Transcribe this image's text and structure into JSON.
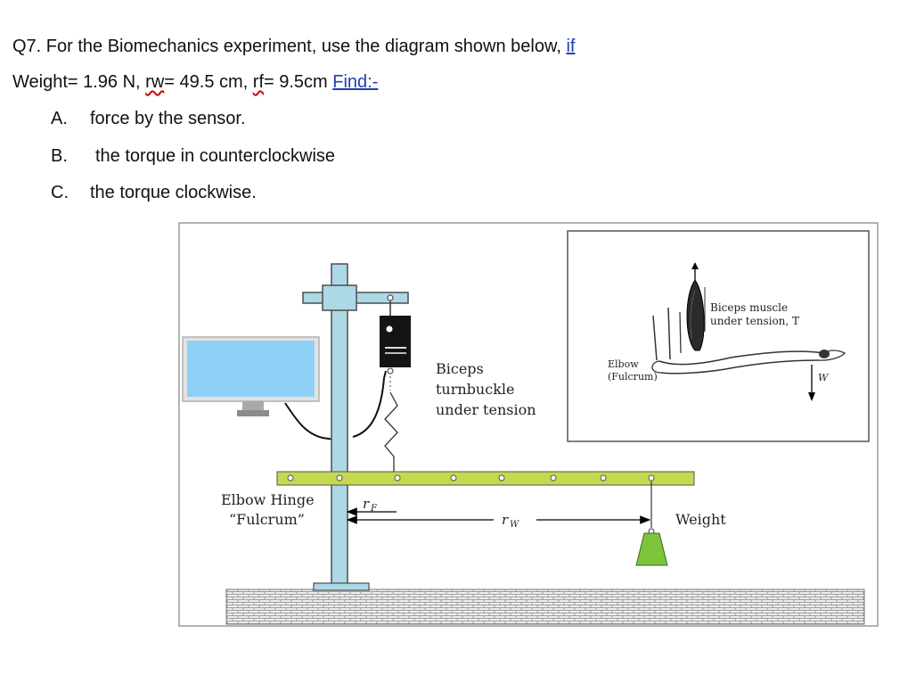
{
  "question": {
    "title_text": "Q7. For the Biomechanics experiment, use the diagram shown below, ",
    "title_link": "if",
    "given_weight": "Weight= 1.96 N, ",
    "given_rw_label": "rw",
    "given_rw_value": "= 49.5 cm, ",
    "given_rf_label": "rf",
    "given_rf_value": "= 9.5cm ",
    "find_label": "Find:-",
    "options": [
      {
        "letter": "A.",
        "text": "force by the sensor."
      },
      {
        "letter": "B.",
        "text": "the torque in counterclockwise"
      },
      {
        "letter": "C.",
        "text": "the torque clockwise."
      }
    ]
  },
  "diagram": {
    "biceps_label": [
      "Biceps",
      "turnbuckle",
      "under tension"
    ],
    "elbow_hinge_label": [
      "Elbow Hinge",
      "“Fulcrum”"
    ],
    "rf_symbol": "r",
    "rf_subscript": "F",
    "rw_symbol": "r",
    "rw_subscript": "W",
    "weight_label": "Weight",
    "inset": {
      "muscle_label": [
        "Biceps muscle",
        "under tension, T"
      ],
      "elbow_label": [
        "Elbow",
        "(Fulcrum)"
      ],
      "weight_symbol": "W"
    },
    "colors": {
      "stand": "#add8e6",
      "beam": "#c5d84f",
      "weight": "#7cc43c",
      "monitor_screen": "#8ecff5",
      "floor": "#e8e8e8"
    }
  }
}
